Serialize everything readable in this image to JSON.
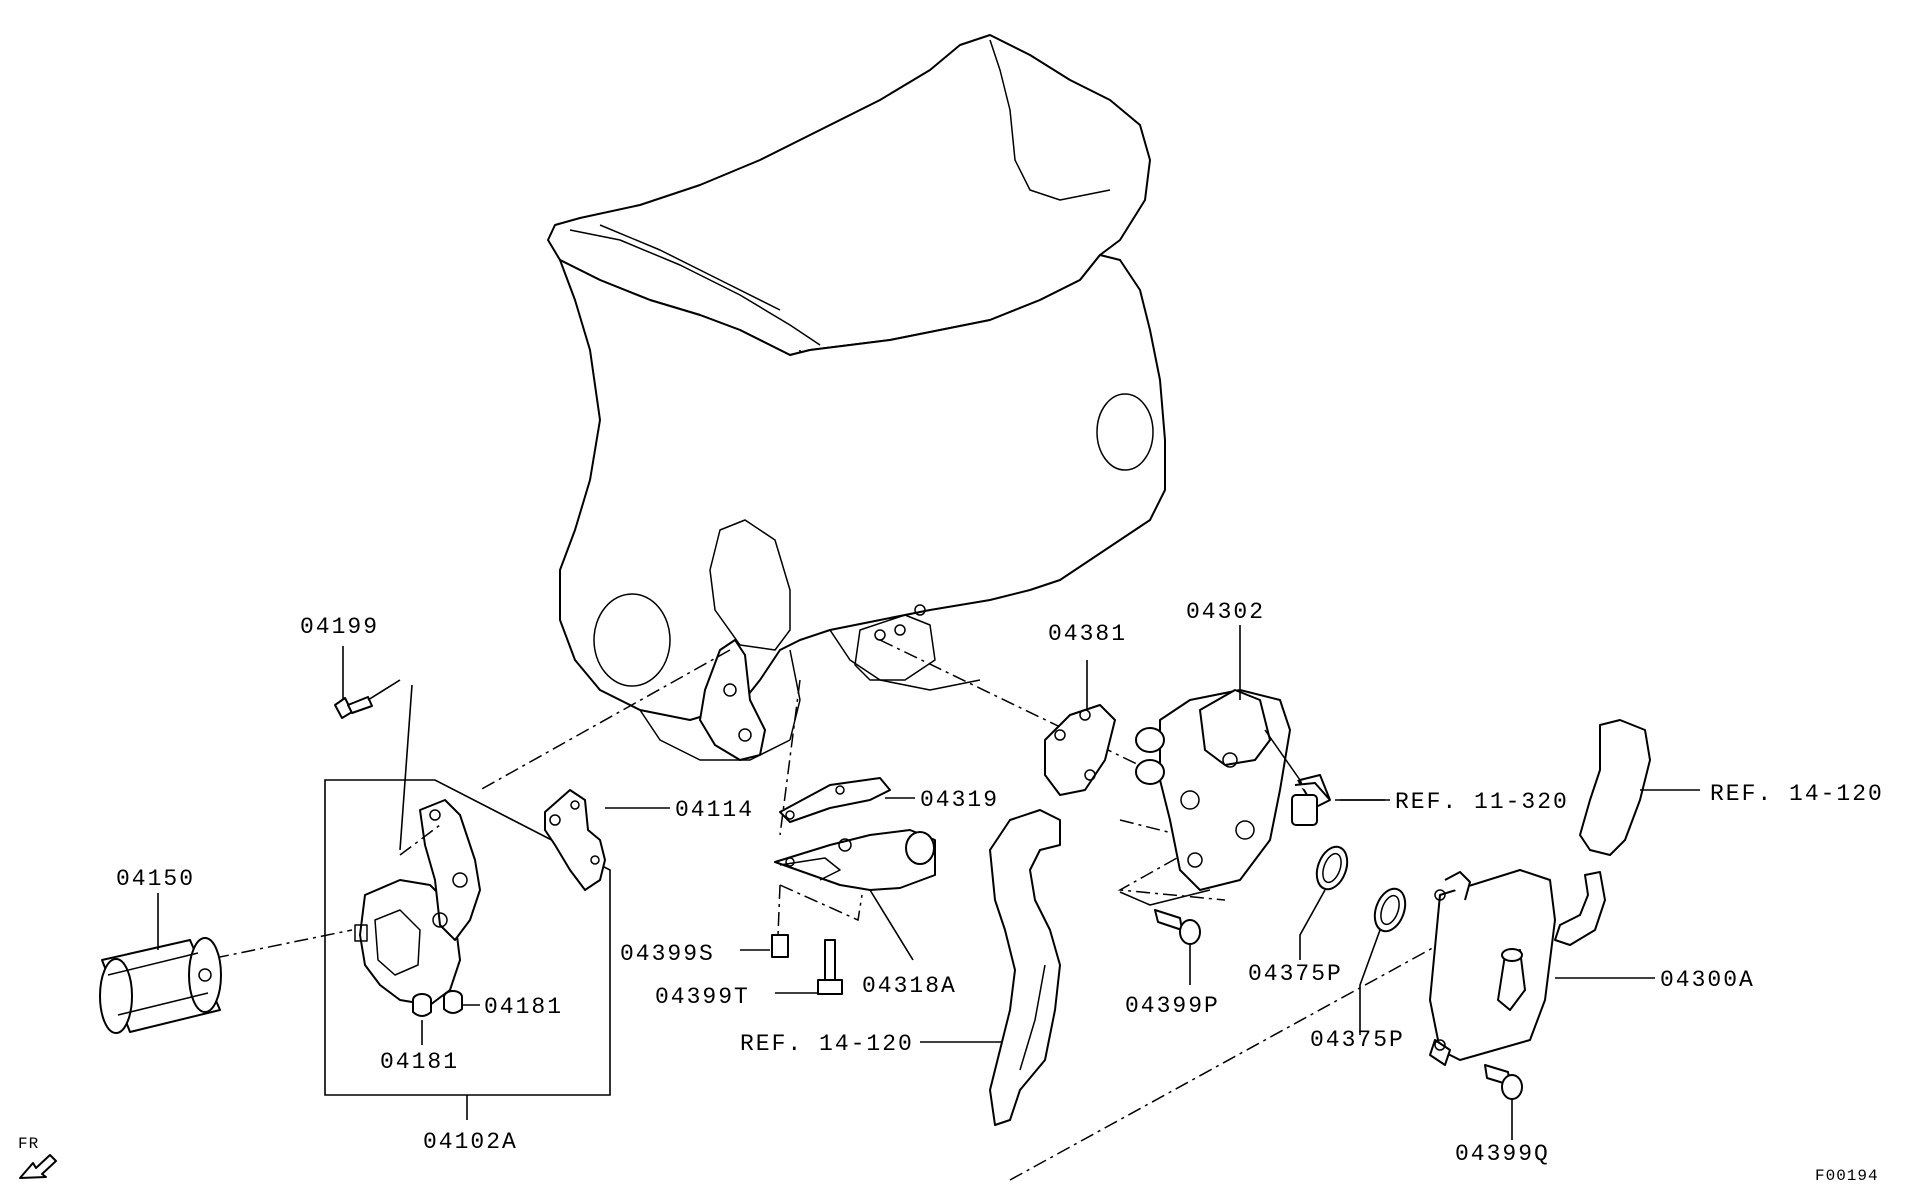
{
  "labels": {
    "p04199": "04199",
    "p04150": "04150",
    "p04114": "04114",
    "p04181a": "04181",
    "p04181b": "04181",
    "p04102A": "04102A",
    "p04381": "04381",
    "p04302": "04302",
    "p04319": "04319",
    "p04399S": "04399S",
    "p04399T": "04399T",
    "p04318A": "04318A",
    "ref_14_120_left": "REF. 14-120",
    "ref_11_320": "REF. 11-320",
    "ref_14_120_right": "REF. 14-120",
    "p04399P": "04399P",
    "p04375P_a": "04375P",
    "p04375P_b": "04375P",
    "p04300A": "04300A",
    "p04399Q": "04399Q",
    "front_indicator": "FR",
    "figure_code": "F00194"
  }
}
